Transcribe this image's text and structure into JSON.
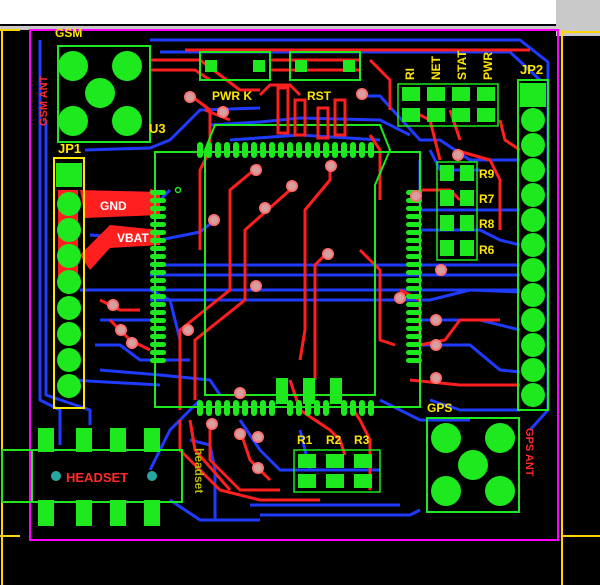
{
  "colors": {
    "background": "#000000",
    "outline": "#ff00ff",
    "top_copper": "#ff1f1f",
    "bottom_copper": "#1f3bff",
    "pad": "#1ee81e",
    "silk_yellow": "#ffe600",
    "silk_red": "#ff2a2a",
    "silk_white": "#ffffff",
    "mirror_silk": "#b8b800",
    "edge_strip": "#ffd500",
    "viewport_gray": "#c8c8c8"
  },
  "labels": {
    "gsm": "GSM",
    "gsm_ant": "GSM ANT",
    "u3": "U3",
    "jp1": "JP1",
    "gnd": "GND",
    "vbat": "VBAT",
    "pwrkey": "PWR K",
    "rst": "RST",
    "ri": "RI",
    "net": "NET",
    "stat": "STAT",
    "pwr": "PWR",
    "jp2": "JP2",
    "r9": "R9",
    "r7": "R7",
    "r8": "R8",
    "r6": "R6",
    "gps": "GPS",
    "gps_ant": "GPS ANT",
    "r1": "R1",
    "r2": "R2",
    "r3": "R3",
    "headset": "HEADSET",
    "mirrored": "headset"
  },
  "icons": {
    "via": "via-ring-icon",
    "pad": "copper-pad-icon"
  }
}
